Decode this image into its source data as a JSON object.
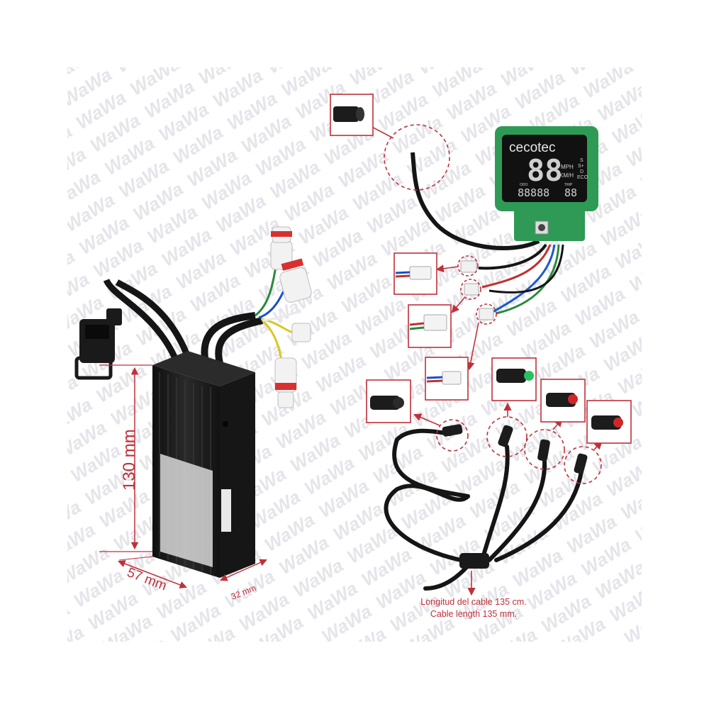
{
  "dimensions": {
    "height": "130 mm",
    "width": "57 mm",
    "depth": "32 mm"
  },
  "display": {
    "brand": "cecotec",
    "speed_digits": "88",
    "speed_unit_mph": "MPH",
    "speed_unit_kmh": "KM/H",
    "odo_digits": "88888",
    "trip_digits": "88",
    "odo_label": "ODO",
    "trip_label": "TRIP",
    "mode_s": "S",
    "mode_splus": "S+",
    "mode_d": "D",
    "mode_eco": "ECO"
  },
  "caption": {
    "line1": "Longitud del cable 135 cm.",
    "line2": "Cable length 135 mm."
  },
  "watermark": "WaWa",
  "colors": {
    "callout_red": "#c0303a",
    "pcb_green": "#2f9a55",
    "lcd_black": "#111111",
    "controller_black": "#1d1d1d",
    "cable_black": "#151515"
  }
}
